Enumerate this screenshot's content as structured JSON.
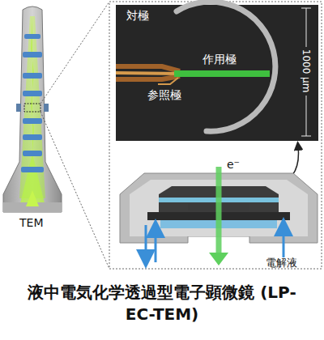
{
  "diagram": {
    "caption": "液中電気化学透過型電子顕微鏡 (LP-EC-TEM)",
    "labels": [
      "TEM",
      "対極",
      "作用極",
      "参照極",
      "1000 μm",
      "e⁻",
      "電解液"
    ]
  }
}
